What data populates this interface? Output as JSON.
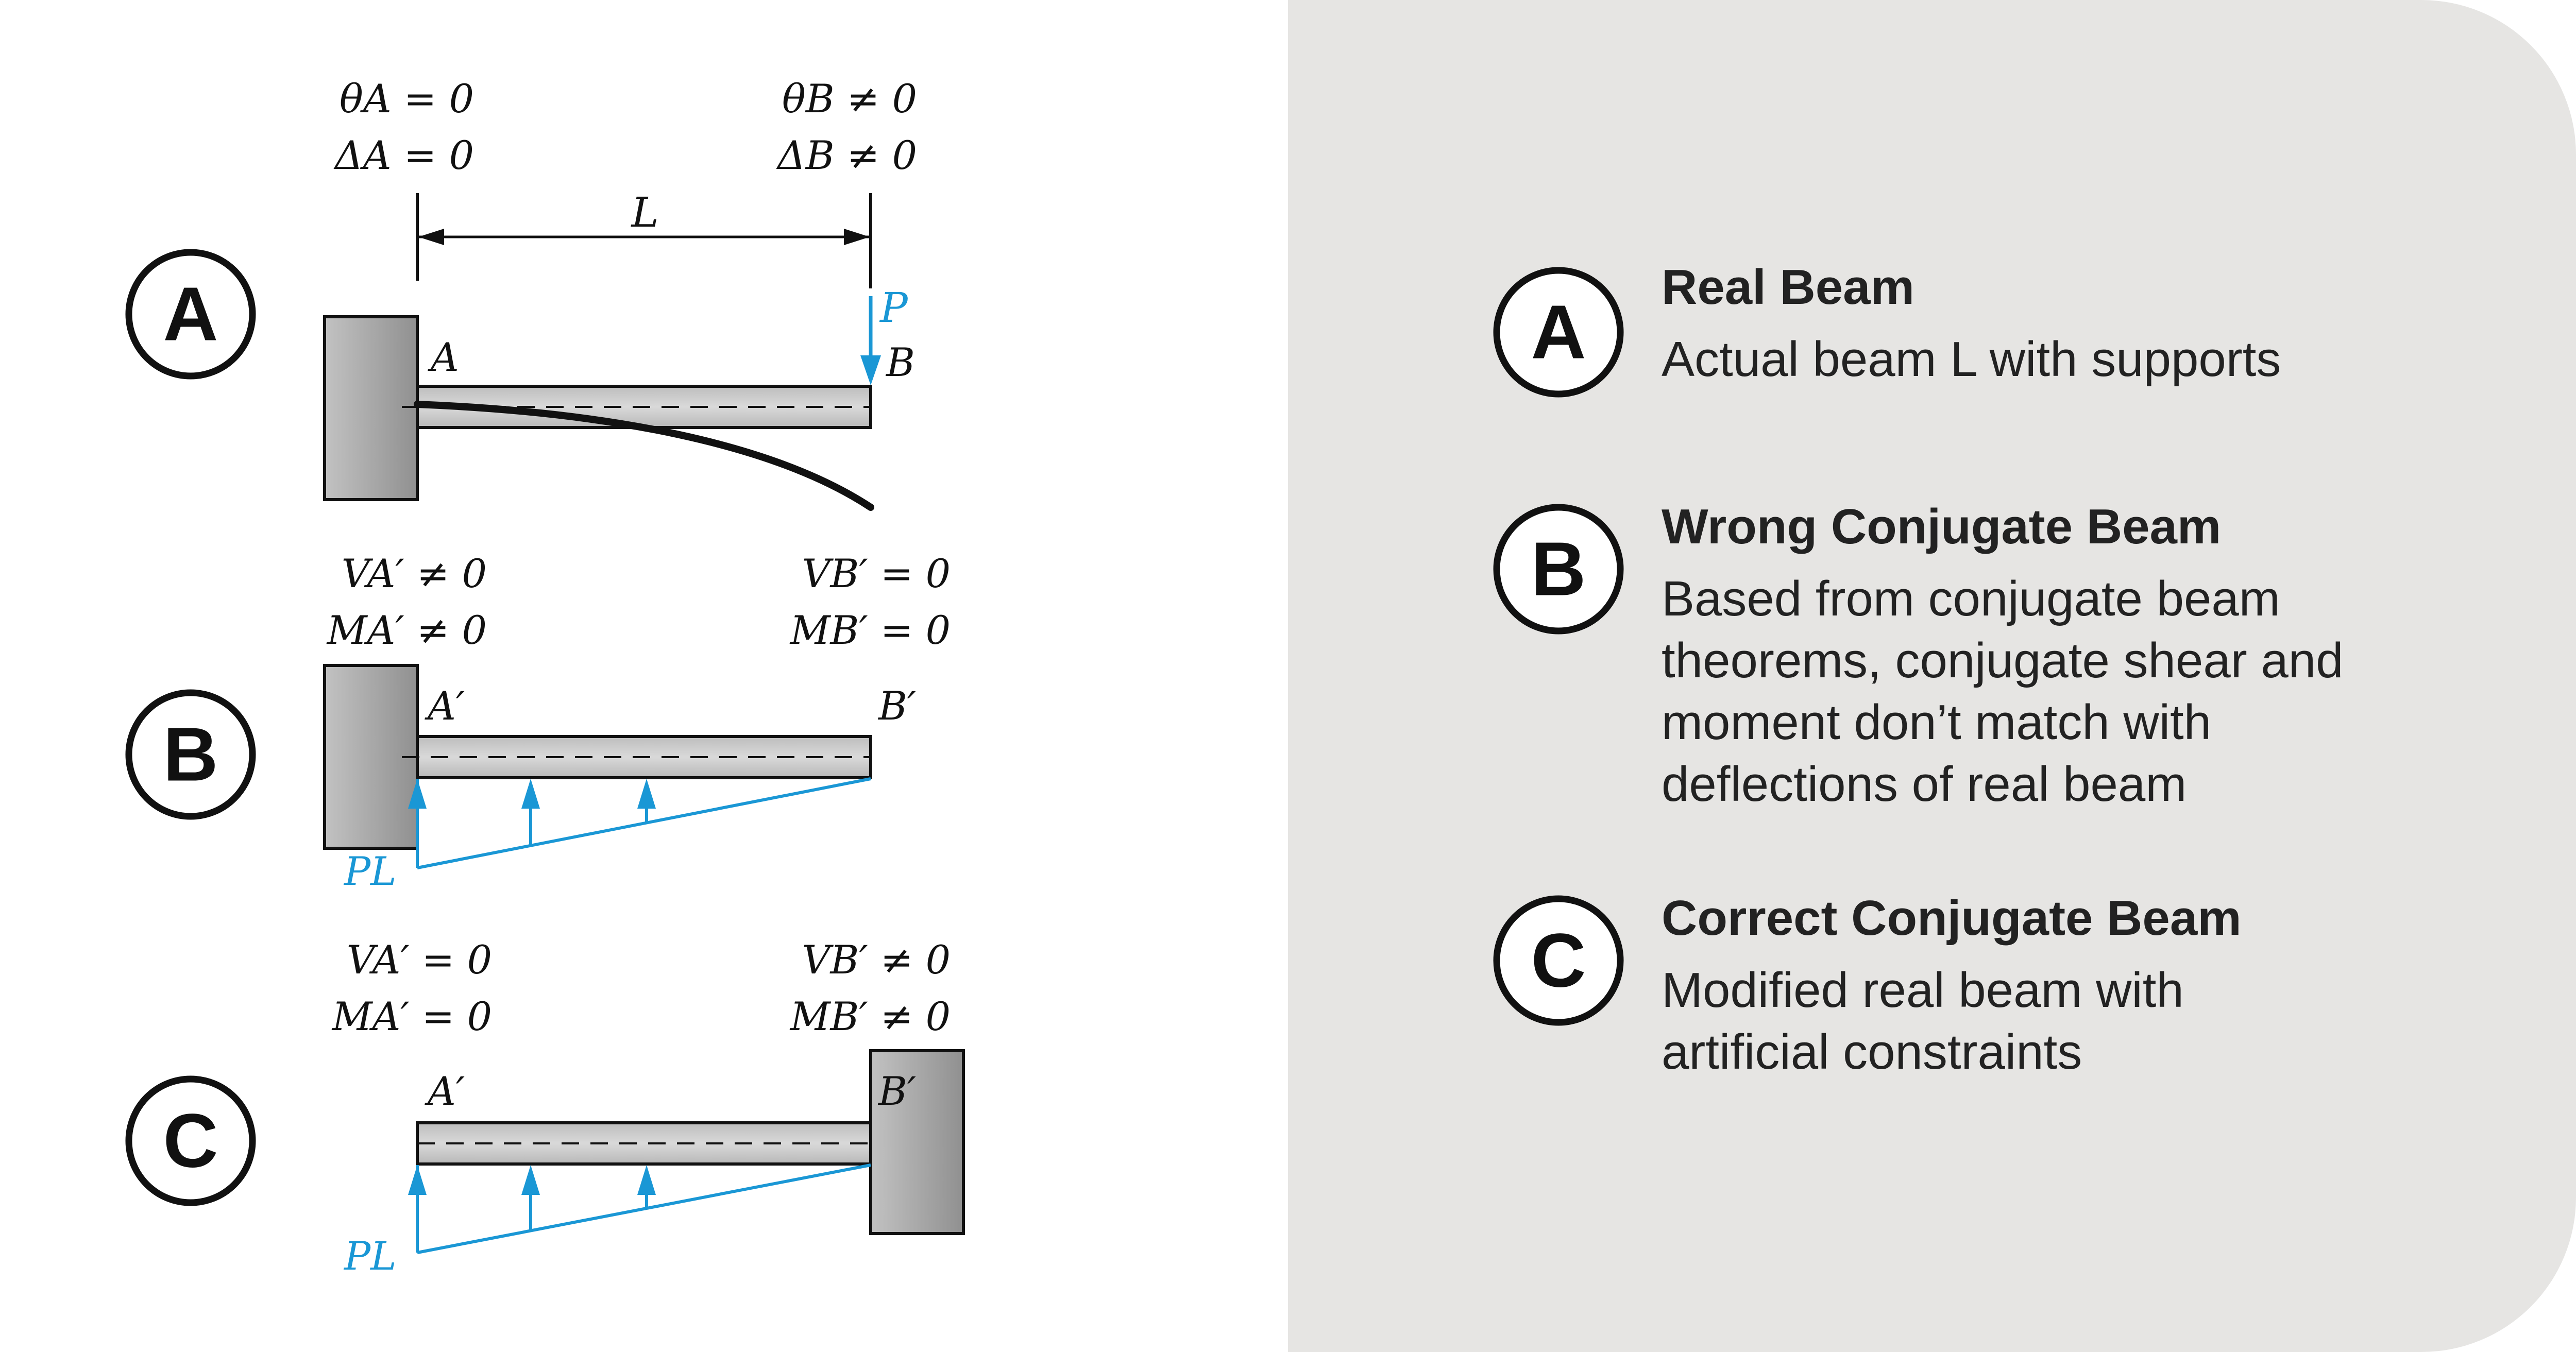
{
  "colors": {
    "load": "#1a97d5",
    "panel": "#e6e5e3",
    "ink": "#111111",
    "beam_fill": "#cfcfcf",
    "support_fill": "#a8a8a8"
  },
  "diagram_a": {
    "badge": "A",
    "cond_left_1": "θA = 0",
    "cond_left_2": "ΔA = 0",
    "cond_right_1": "θB ≠ 0",
    "cond_right_2": "ΔB ≠ 0",
    "span_label": "L",
    "load_label": "P",
    "end_left": "A",
    "end_right": "B"
  },
  "diagram_b": {
    "badge": "B",
    "cond_left_1": "VA′ ≠ 0",
    "cond_left_2": "MA′ ≠ 0",
    "cond_right_1": "VB′ = 0",
    "cond_right_2": "MB′ = 0",
    "end_left": "A′",
    "end_right": "B′",
    "load_label": "PL"
  },
  "diagram_c": {
    "badge": "C",
    "cond_left_1": "VA′ = 0",
    "cond_left_2": "MA′ = 0",
    "cond_right_1": "VB′ ≠ 0",
    "cond_right_2": "MB′ ≠ 0",
    "end_left": "A′",
    "end_right": "B′",
    "load_label": "PL"
  },
  "legend": [
    {
      "badge": "A",
      "title": "Real Beam",
      "lines": [
        "Actual beam L with supports"
      ]
    },
    {
      "badge": "B",
      "title": "Wrong Conjugate Beam",
      "lines": [
        "Based from conjugate beam",
        "theorems, conjugate shear and",
        "moment don’t match with",
        "deflections of real beam"
      ]
    },
    {
      "badge": "C",
      "title": "Correct Conjugate Beam",
      "lines": [
        "Modified real beam with",
        "artificial constraints"
      ]
    }
  ]
}
